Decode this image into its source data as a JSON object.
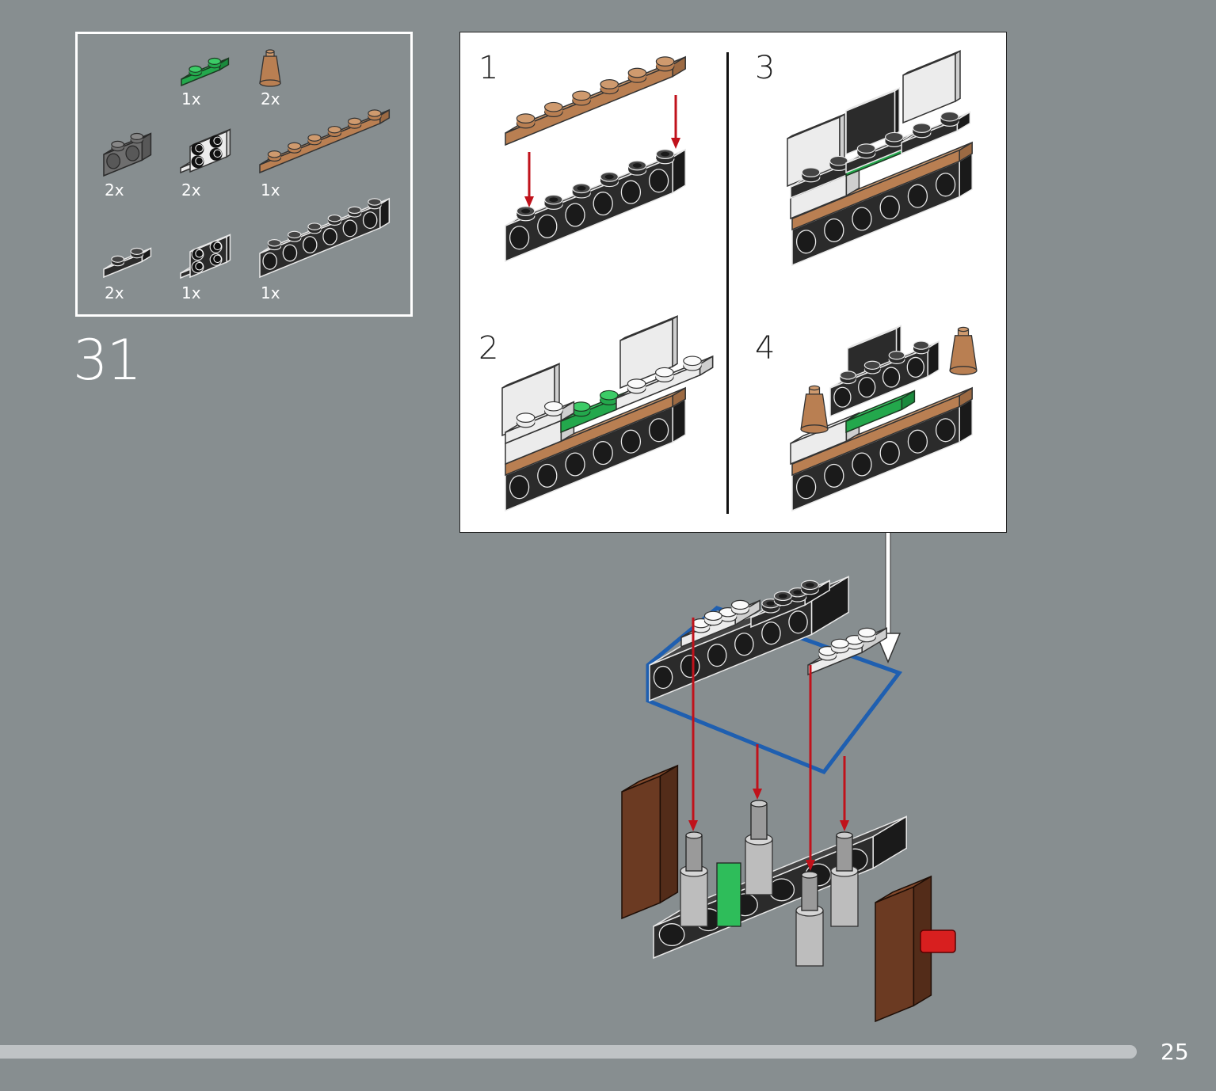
{
  "step_number": "31",
  "page_number": "25",
  "parts": [
    {
      "name": "green-rounded-plate-1x2",
      "qty": "1x"
    },
    {
      "name": "tan-cone-1x1",
      "qty": "2x"
    },
    {
      "name": "gray-technic-brick-1x2",
      "qty": "2x"
    },
    {
      "name": "white-bracket-1x2-2x2",
      "qty": "2x"
    },
    {
      "name": "tan-plate-1x6",
      "qty": "1x"
    },
    {
      "name": "black-plate-1x2",
      "qty": "2x"
    },
    {
      "name": "black-bracket-1x2-2x2",
      "qty": "1x"
    },
    {
      "name": "black-technic-brick-1x6",
      "qty": "1x"
    }
  ],
  "substeps": [
    {
      "number": "1"
    },
    {
      "number": "2"
    },
    {
      "number": "3"
    },
    {
      "number": "4"
    }
  ],
  "colors": {
    "background": "#878e90",
    "arrow": "#c0121b",
    "highlight": "#1f5fb0",
    "tan": "#c08a5e",
    "green": "#2ebd5a",
    "black": "#2b2b2b",
    "reddish_brown": "#6b3a22"
  }
}
